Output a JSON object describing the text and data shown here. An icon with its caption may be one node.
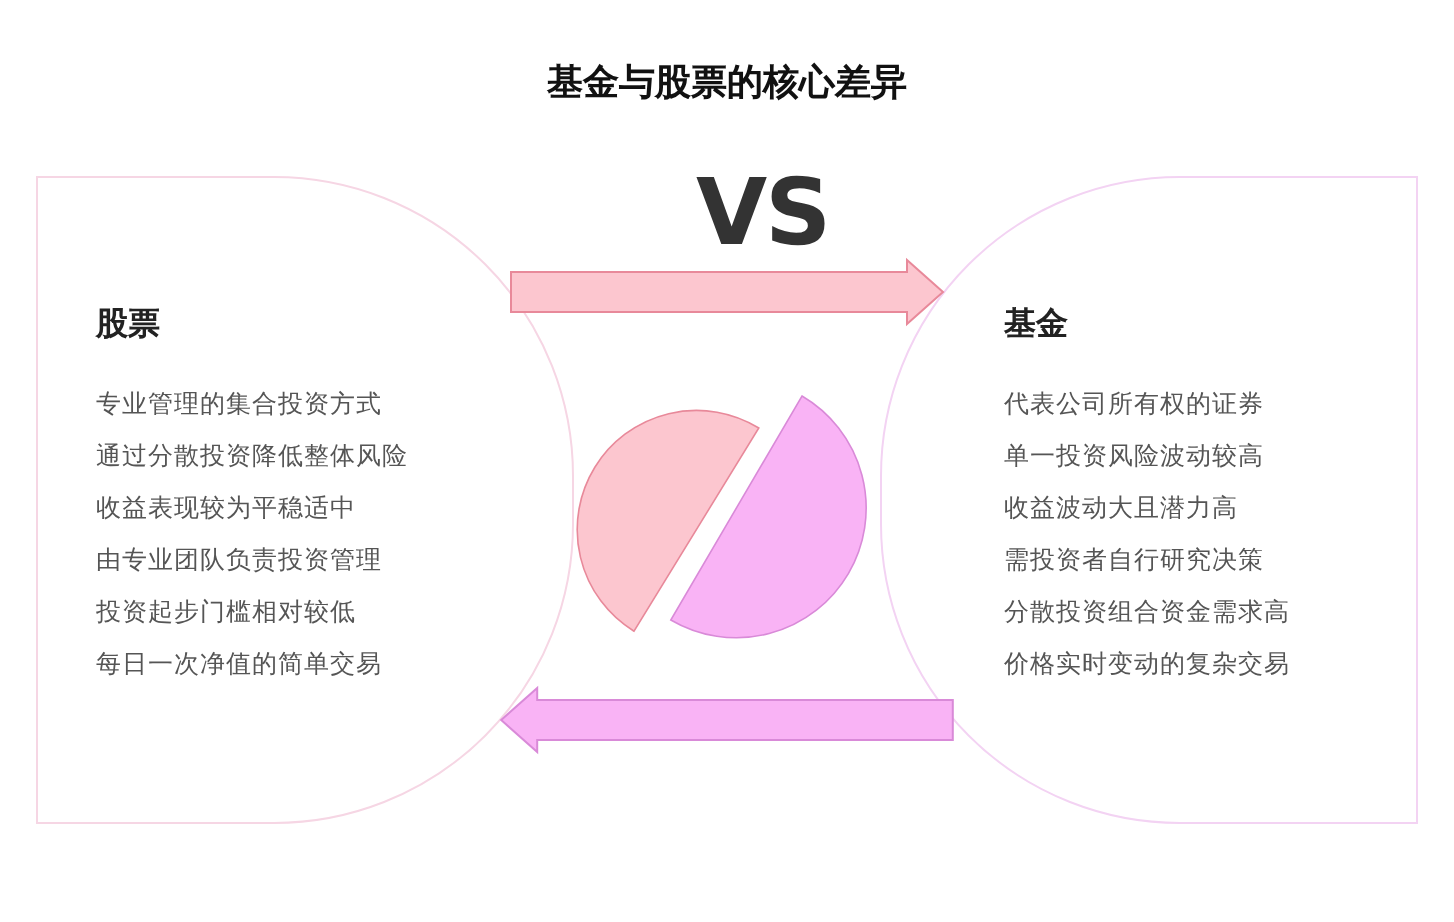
{
  "diagram": {
    "title": "基金与股票的核心差异",
    "nodes": [
      {
        "text": [
          "股票",
          "专业管理的集合投资方式",
          "通过分散投资降低整体风险",
          "收益表现较为平稳适中",
          "由专业团队负责投资管理",
          "投资起步门槛相对较低",
          "每日一次净值的简单交易"
        ]
      },
      {
        "text": [
          "基金",
          "代表公司所有权的证券",
          "单一投资风险波动较高",
          "收益波动大且潜力高",
          "需投资者自行研究决策",
          "分散投资组合资金需求高",
          "价格实时变动的复杂交易"
        ]
      }
    ],
    "edges": [
      {
        "from": 0,
        "to": 1,
        "arrow": "to",
        "color": "#fcc6cf"
      },
      {
        "from": 1,
        "to": 0,
        "arrow": "to",
        "color": "#f9b3f5"
      }
    ],
    "labels": [
      "VS"
    ]
  }
}
